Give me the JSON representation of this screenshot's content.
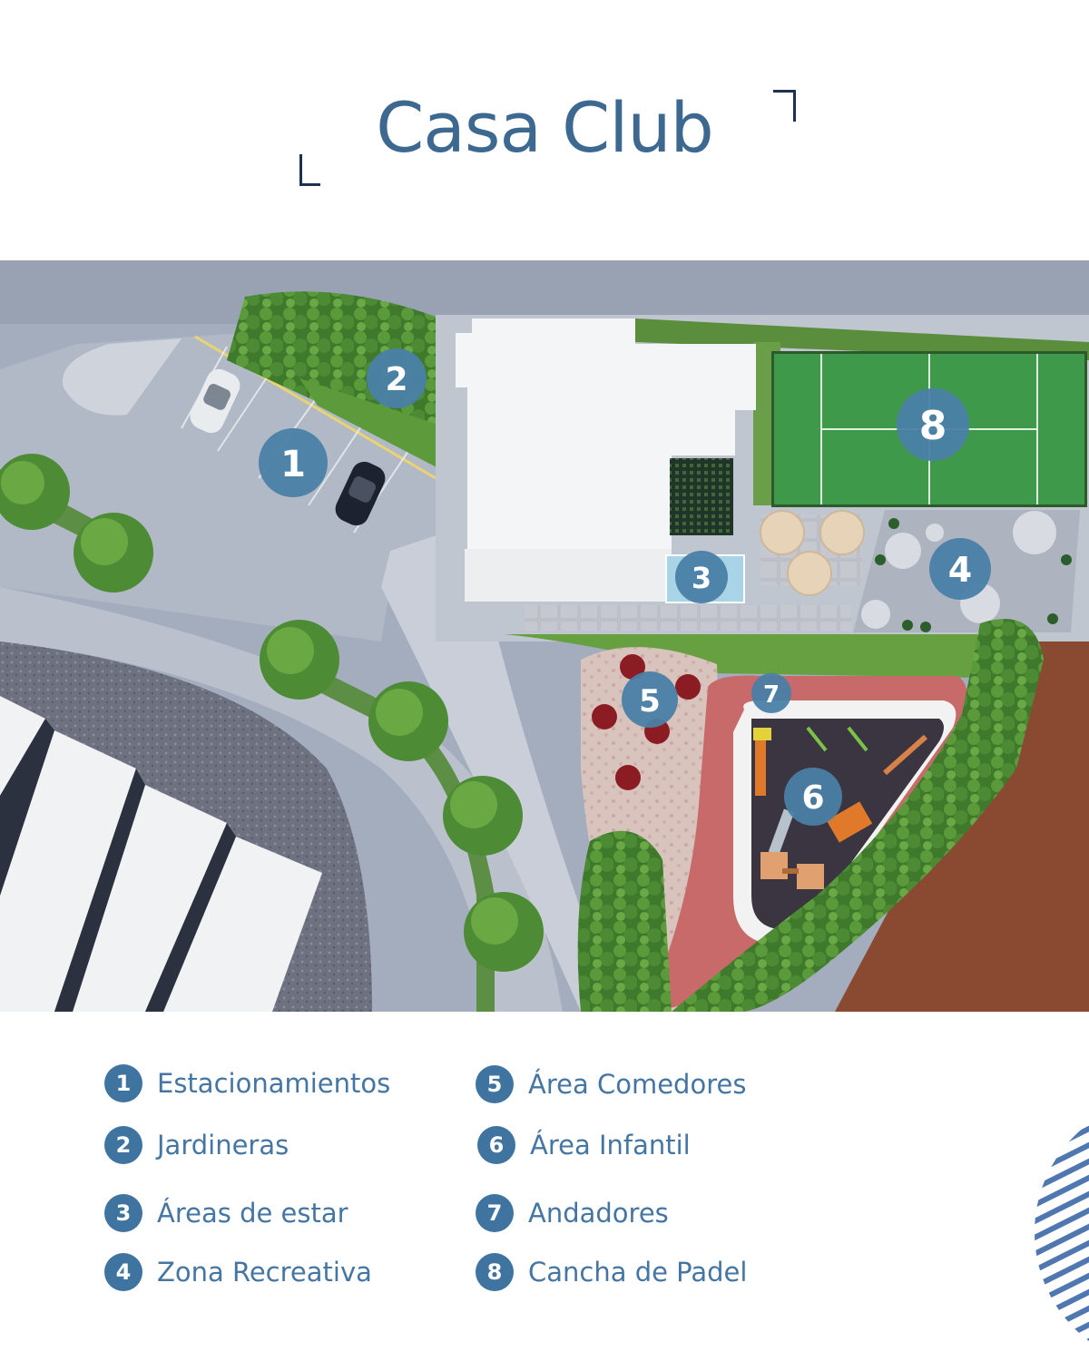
{
  "page": {
    "title": "Casa Club"
  },
  "map": {
    "markers": [
      {
        "number": "1"
      },
      {
        "number": "2"
      },
      {
        "number": "3"
      },
      {
        "number": "4"
      },
      {
        "number": "5"
      },
      {
        "number": "6"
      },
      {
        "number": "7"
      },
      {
        "number": "8"
      }
    ]
  },
  "legend": {
    "items": [
      {
        "number": "1",
        "label": "Estacionamientos"
      },
      {
        "number": "2",
        "label": "Jardineras"
      },
      {
        "number": "3",
        "label": "Áreas de estar"
      },
      {
        "number": "4",
        "label": "Zona Recreativa"
      },
      {
        "number": "5",
        "label": "Área Comedores"
      },
      {
        "number": "6",
        "label": "Área Infantil"
      },
      {
        "number": "7",
        "label": "Andadores"
      },
      {
        "number": "8",
        "label": "Cancha de Padel"
      }
    ]
  },
  "colors": {
    "title": "#3d6890",
    "marker": "#4a7fa6",
    "legend_text": "#4576a3",
    "court": "#3e9a4a",
    "track": "#c96a6a",
    "soil": "#8a4a32"
  }
}
